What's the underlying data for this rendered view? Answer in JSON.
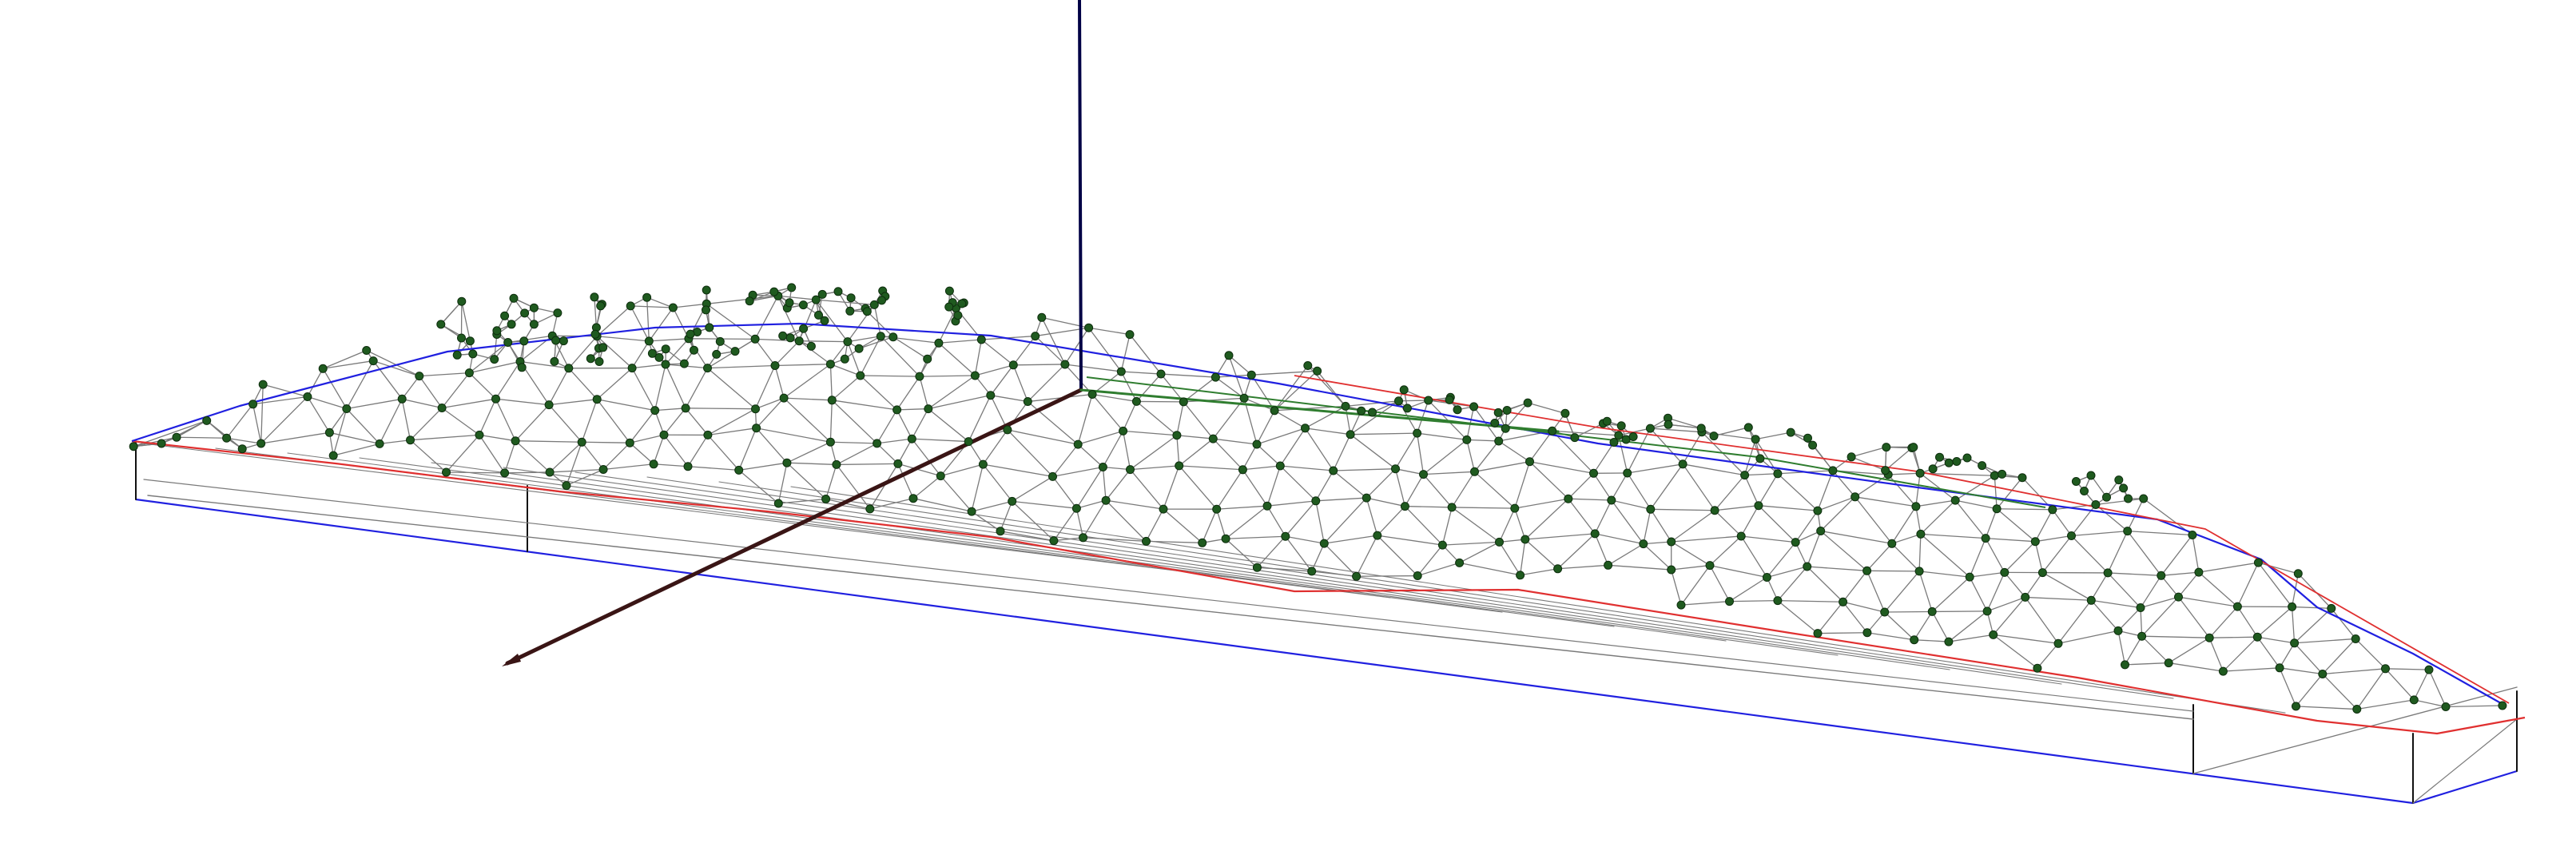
{
  "view": {
    "background": "#ffffff",
    "kind": "3D wireframe terrain mesh (TIN) with coordinate axes"
  },
  "colors": {
    "mesh_edge": "#7a7a7a",
    "node_fill": "#1f5a1f",
    "node_stroke": "#0e2e0e",
    "outline_red": "#e03030",
    "outline_blue": "#2020e0",
    "axis_x": "#3a1515",
    "axis_z": "#000045",
    "axis_y": "#2f7d2f",
    "vertical_post": "#111111"
  },
  "icons": {
    "mesh_node": "circle",
    "axis_tip": "arrowhead"
  }
}
